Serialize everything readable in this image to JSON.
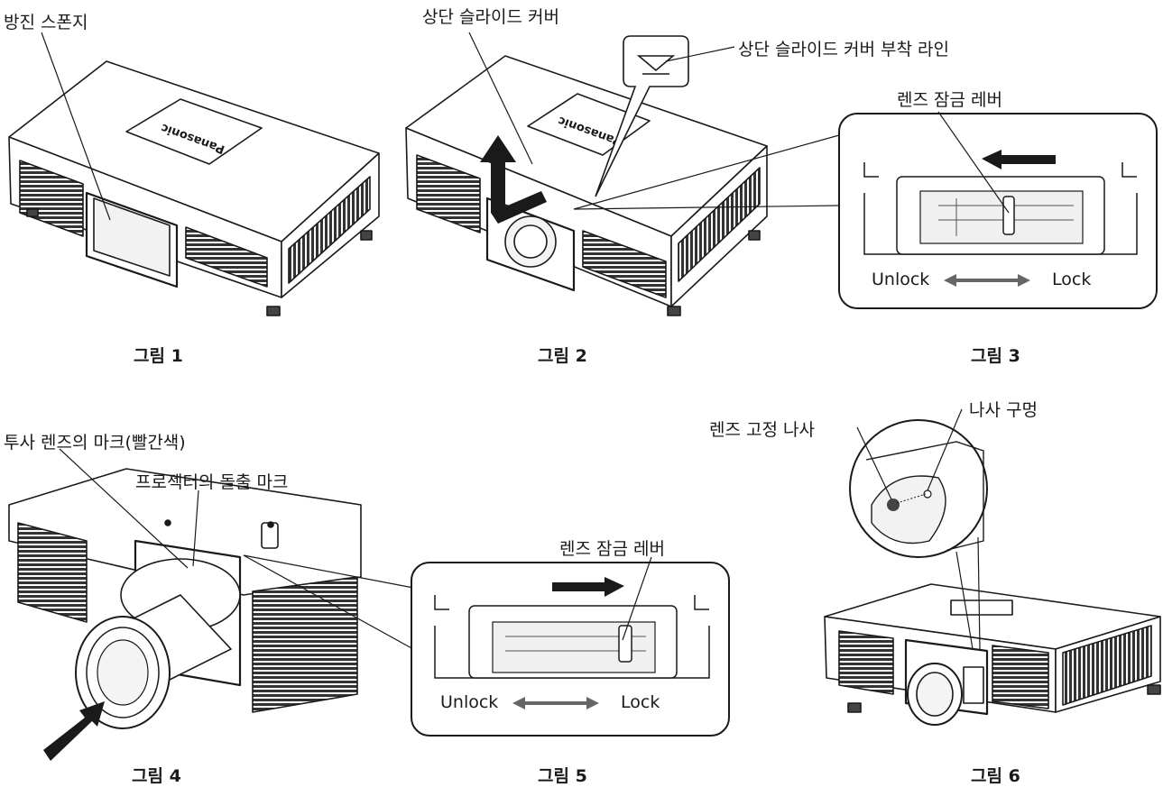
{
  "figures": [
    {
      "caption": "그림 1",
      "labels": {
        "sponge": "방진 스폰지"
      }
    },
    {
      "caption": "그림 2",
      "labels": {
        "top_cover": "상단 슬라이드 커버",
        "attach_line": "상단 슬라이드 커버 부착 라인"
      }
    },
    {
      "caption": "그림 3",
      "labels": {
        "lever": "렌즈 잠금 레버",
        "unlock": "Unlock",
        "lock": "Lock"
      }
    },
    {
      "caption": "그림 4",
      "labels": {
        "lens_mark": "투사 렌즈의 마크(빨간색)",
        "proj_mark": "프로젝터의 돌출 마크"
      }
    },
    {
      "caption": "그림 5",
      "labels": {
        "lever": "렌즈 잠금 레버",
        "unlock": "Unlock",
        "lock": "Lock"
      }
    },
    {
      "caption": "그림 6",
      "labels": {
        "screw": "렌즈 고정 나사",
        "hole": "나사 구멍"
      }
    }
  ],
  "brand_text": "Panasonic",
  "icons": [
    "arrow-up-icon",
    "arrow-left-icon",
    "arrow-right-icon",
    "arrow-double-icon",
    "triangle-mark-icon"
  ]
}
